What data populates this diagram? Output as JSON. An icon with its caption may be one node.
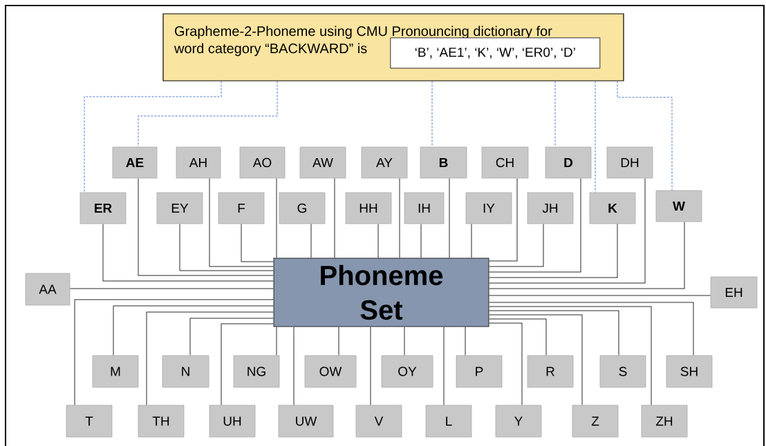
{
  "diagram": {
    "nodes": [
      {
        "text": [
          "Grapheme-2-Phoneme using CMU Pronouncing dictionary for word category “BACKWARD” is"
        ]
      },
      {
        "text": [
          "‘B’, ‘AE1’, ‘K’, ‘W’, ‘ER0’, ‘D’"
        ],
        "in": 0
      },
      {
        "text": [
          "Phoneme Set"
        ]
      },
      {
        "text": [
          "AE"
        ]
      },
      {
        "text": [
          "AH"
        ]
      },
      {
        "text": [
          "AO"
        ]
      },
      {
        "text": [
          "AW"
        ]
      },
      {
        "text": [
          "AY"
        ]
      },
      {
        "text": [
          "B"
        ]
      },
      {
        "text": [
          "CH"
        ]
      },
      {
        "text": [
          "D"
        ]
      },
      {
        "text": [
          "DH"
        ]
      },
      {
        "text": [
          "ER"
        ]
      },
      {
        "text": [
          "EY"
        ]
      },
      {
        "text": [
          "F"
        ]
      },
      {
        "text": [
          "G"
        ]
      },
      {
        "text": [
          "HH"
        ]
      },
      {
        "text": [
          "IH"
        ]
      },
      {
        "text": [
          "IY"
        ]
      },
      {
        "text": [
          "JH"
        ]
      },
      {
        "text": [
          "K"
        ]
      },
      {
        "text": [
          "W"
        ]
      },
      {
        "text": [
          "AA"
        ]
      },
      {
        "text": [
          "EH"
        ]
      },
      {
        "text": [
          "M"
        ]
      },
      {
        "text": [
          "N"
        ]
      },
      {
        "text": [
          "NG"
        ]
      },
      {
        "text": [
          "OW"
        ]
      },
      {
        "text": [
          "OY"
        ]
      },
      {
        "text": [
          "P"
        ]
      },
      {
        "text": [
          "R"
        ]
      },
      {
        "text": [
          "S"
        ]
      },
      {
        "text": [
          "SH"
        ]
      },
      {
        "text": [
          "T"
        ]
      },
      {
        "text": [
          "TH"
        ]
      },
      {
        "text": [
          "UH"
        ]
      },
      {
        "text": [
          "UW"
        ]
      },
      {
        "text": [
          "V"
        ]
      },
      {
        "text": [
          "L"
        ]
      },
      {
        "text": [
          "Y"
        ]
      },
      {
        "text": [
          "Z"
        ]
      },
      {
        "text": [
          "ZH"
        ]
      }
    ],
    "edges": [
      {
        "from": 0,
        "to": 12,
        "arrow": "none",
        "style": "dashed",
        "color": "#4a78d0"
      },
      {
        "from": 0,
        "to": 3,
        "arrow": "none",
        "style": "dashed",
        "color": "#4a78d0"
      },
      {
        "from": 0,
        "to": 8,
        "arrow": "none",
        "style": "dashed",
        "color": "#4a78d0"
      },
      {
        "from": 0,
        "to": 10,
        "arrow": "none",
        "style": "dashed",
        "color": "#4a78d0"
      },
      {
        "from": 0,
        "to": 20,
        "arrow": "none",
        "style": "dashed",
        "color": "#4a78d0"
      },
      {
        "from": 0,
        "to": 21,
        "arrow": "none",
        "style": "dashed",
        "color": "#4a78d0"
      },
      {
        "from": 3,
        "to": 2,
        "arrow": "none"
      },
      {
        "from": 4,
        "to": 2,
        "arrow": "none"
      },
      {
        "from": 5,
        "to": 2,
        "arrow": "none"
      },
      {
        "from": 6,
        "to": 2,
        "arrow": "none"
      },
      {
        "from": 7,
        "to": 2,
        "arrow": "none"
      },
      {
        "from": 8,
        "to": 2,
        "arrow": "none"
      },
      {
        "from": 9,
        "to": 2,
        "arrow": "none"
      },
      {
        "from": 10,
        "to": 2,
        "arrow": "none"
      },
      {
        "from": 11,
        "to": 2,
        "arrow": "none"
      },
      {
        "from": 12,
        "to": 2,
        "arrow": "none"
      },
      {
        "from": 13,
        "to": 2,
        "arrow": "none"
      },
      {
        "from": 14,
        "to": 2,
        "arrow": "none"
      },
      {
        "from": 15,
        "to": 2,
        "arrow": "none"
      },
      {
        "from": 16,
        "to": 2,
        "arrow": "none"
      },
      {
        "from": 17,
        "to": 2,
        "arrow": "none"
      },
      {
        "from": 18,
        "to": 2,
        "arrow": "none"
      },
      {
        "from": 19,
        "to": 2,
        "arrow": "none"
      },
      {
        "from": 20,
        "to": 2,
        "arrow": "none"
      },
      {
        "from": 21,
        "to": 2,
        "arrow": "none"
      },
      {
        "from": 22,
        "to": 2,
        "arrow": "none"
      },
      {
        "from": 23,
        "to": 2,
        "arrow": "none"
      },
      {
        "from": 24,
        "to": 2,
        "arrow": "none"
      },
      {
        "from": 25,
        "to": 2,
        "arrow": "none"
      },
      {
        "from": 26,
        "to": 2,
        "arrow": "none"
      },
      {
        "from": 27,
        "to": 2,
        "arrow": "none"
      },
      {
        "from": 28,
        "to": 2,
        "arrow": "none"
      },
      {
        "from": 29,
        "to": 2,
        "arrow": "none"
      },
      {
        "from": 30,
        "to": 2,
        "arrow": "none"
      },
      {
        "from": 31,
        "to": 2,
        "arrow": "none"
      },
      {
        "from": 32,
        "to": 2,
        "arrow": "none"
      },
      {
        "from": 33,
        "to": 2,
        "arrow": "none"
      },
      {
        "from": 34,
        "to": 2,
        "arrow": "none"
      },
      {
        "from": 35,
        "to": 2,
        "arrow": "none"
      },
      {
        "from": 36,
        "to": 2,
        "arrow": "none"
      },
      {
        "from": 37,
        "to": 2,
        "arrow": "none"
      },
      {
        "from": 38,
        "to": 2,
        "arrow": "none"
      },
      {
        "from": 39,
        "to": 2,
        "arrow": "none"
      },
      {
        "from": 40,
        "to": 2,
        "arrow": "none"
      },
      {
        "from": 41,
        "to": 2,
        "arrow": "none"
      }
    ]
  }
}
